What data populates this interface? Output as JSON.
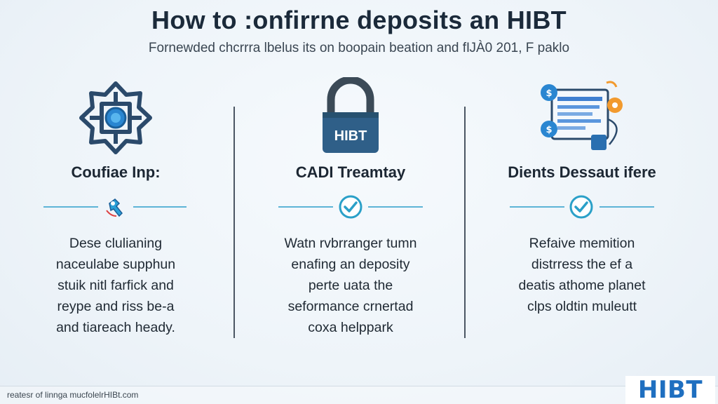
{
  "header": {
    "title": "How to :onfirrne deposits an HIBT",
    "subtitle": "Fornewded chcrrra lbelus its on boopain beation and fĲÀ0 201, F paklo"
  },
  "columns": [
    {
      "icon": "network-chip-icon",
      "title": "Coufiae Inp:",
      "mid_icon": "key-hand-icon",
      "lines": [
        "Dese clulianing",
        "naceulabe supphun",
        "stuik nitl farfick and",
        "reype and riss be-a",
        "and tiareach heady."
      ]
    },
    {
      "icon": "padlock-icon",
      "lock_label": "HIBT",
      "title": "CADI Treamtay",
      "mid_icon": "check-circle-icon",
      "lines": [
        "Watn rvbrranger tumn",
        "enafing an deposity",
        "perte uata the",
        "seformance crnertad",
        "coxa helppark"
      ]
    },
    {
      "icon": "dashboard-screen-icon",
      "title": "Dients Dessaut ifere",
      "mid_icon": "check-circle-icon",
      "lines": [
        "Refaive memition",
        "distrress the ef a",
        "deatis athome planet",
        "clps oldtin muleutt"
      ]
    }
  ],
  "footer": {
    "note": "reatesr of linnga mucfolelrHIBt.com",
    "brand": "HIBT"
  },
  "colors": {
    "accent": "#2a7fc1",
    "line": "#5db4d6",
    "check": "#2aa0c8",
    "dark": "#2b4a6b"
  }
}
